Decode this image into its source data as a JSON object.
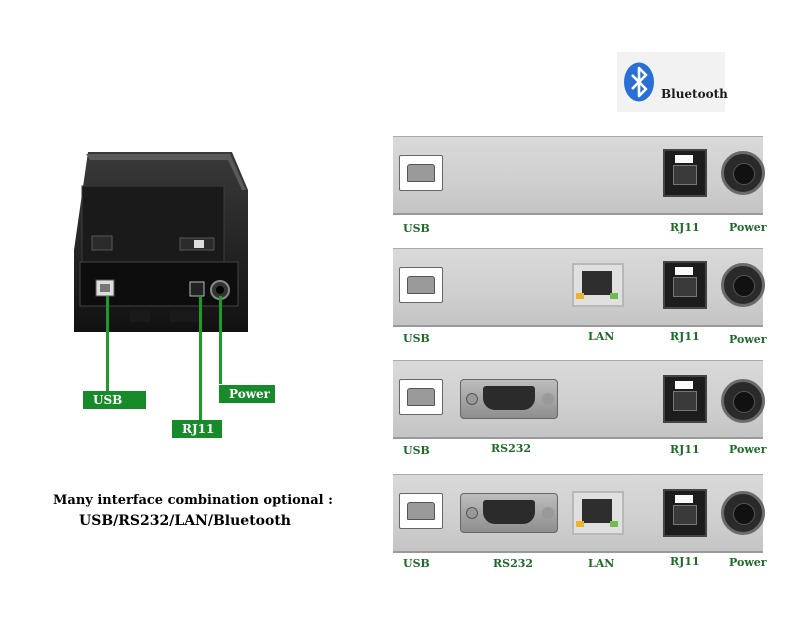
{
  "bluetooth_badge": {
    "label": "Bluetooth",
    "icon": "bluetooth-icon",
    "brand_color": "#2a6fd6"
  },
  "printer": {
    "callouts": {
      "usb": "USB",
      "rj11": "RJ11",
      "power": "Power"
    },
    "callout_color": "#178a2a"
  },
  "caption": {
    "line1": "Many interface combination optional :",
    "line2": "USB/RS232/LAN/Bluetooth"
  },
  "panels": [
    {
      "ports": [
        "USB",
        "RJ11",
        "Power"
      ]
    },
    {
      "ports": [
        "USB",
        "LAN",
        "RJ11",
        "Power"
      ]
    },
    {
      "ports": [
        "USB",
        "RS232",
        "RJ11",
        "Power"
      ]
    },
    {
      "ports": [
        "USB",
        "RS232",
        "LAN",
        "RJ11",
        "Power"
      ]
    }
  ],
  "label_color": "#1e6b28"
}
